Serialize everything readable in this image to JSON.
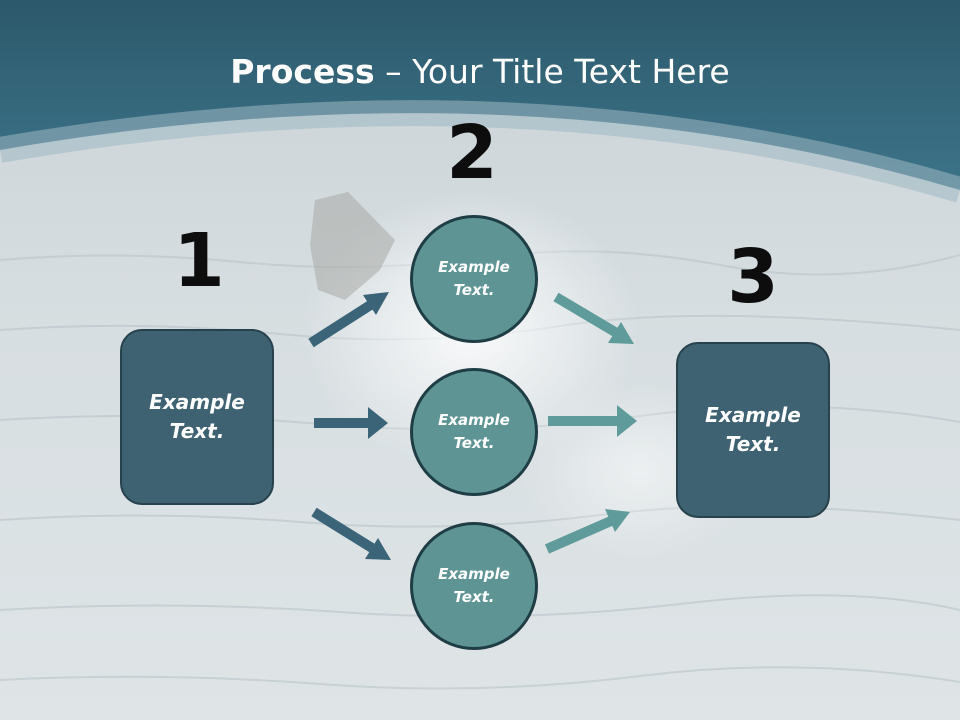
{
  "title": {
    "bold": "Process",
    "rest": " – Your Title Text Here"
  },
  "steps": [
    {
      "number": "1",
      "box_text": "Example\nText."
    },
    {
      "number": "2",
      "circles": [
        {
          "text": "Example\nText."
        },
        {
          "text": "Example\nText."
        },
        {
          "text": "Example\nText."
        }
      ]
    },
    {
      "number": "3",
      "box_text": "Example\nText."
    }
  ],
  "colors": {
    "header": "#2f6275",
    "box_fill": "#3e6272",
    "circle_fill": "#5e9594",
    "arrow_left": "#3c6478",
    "arrow_right": "#5f9b9a"
  }
}
